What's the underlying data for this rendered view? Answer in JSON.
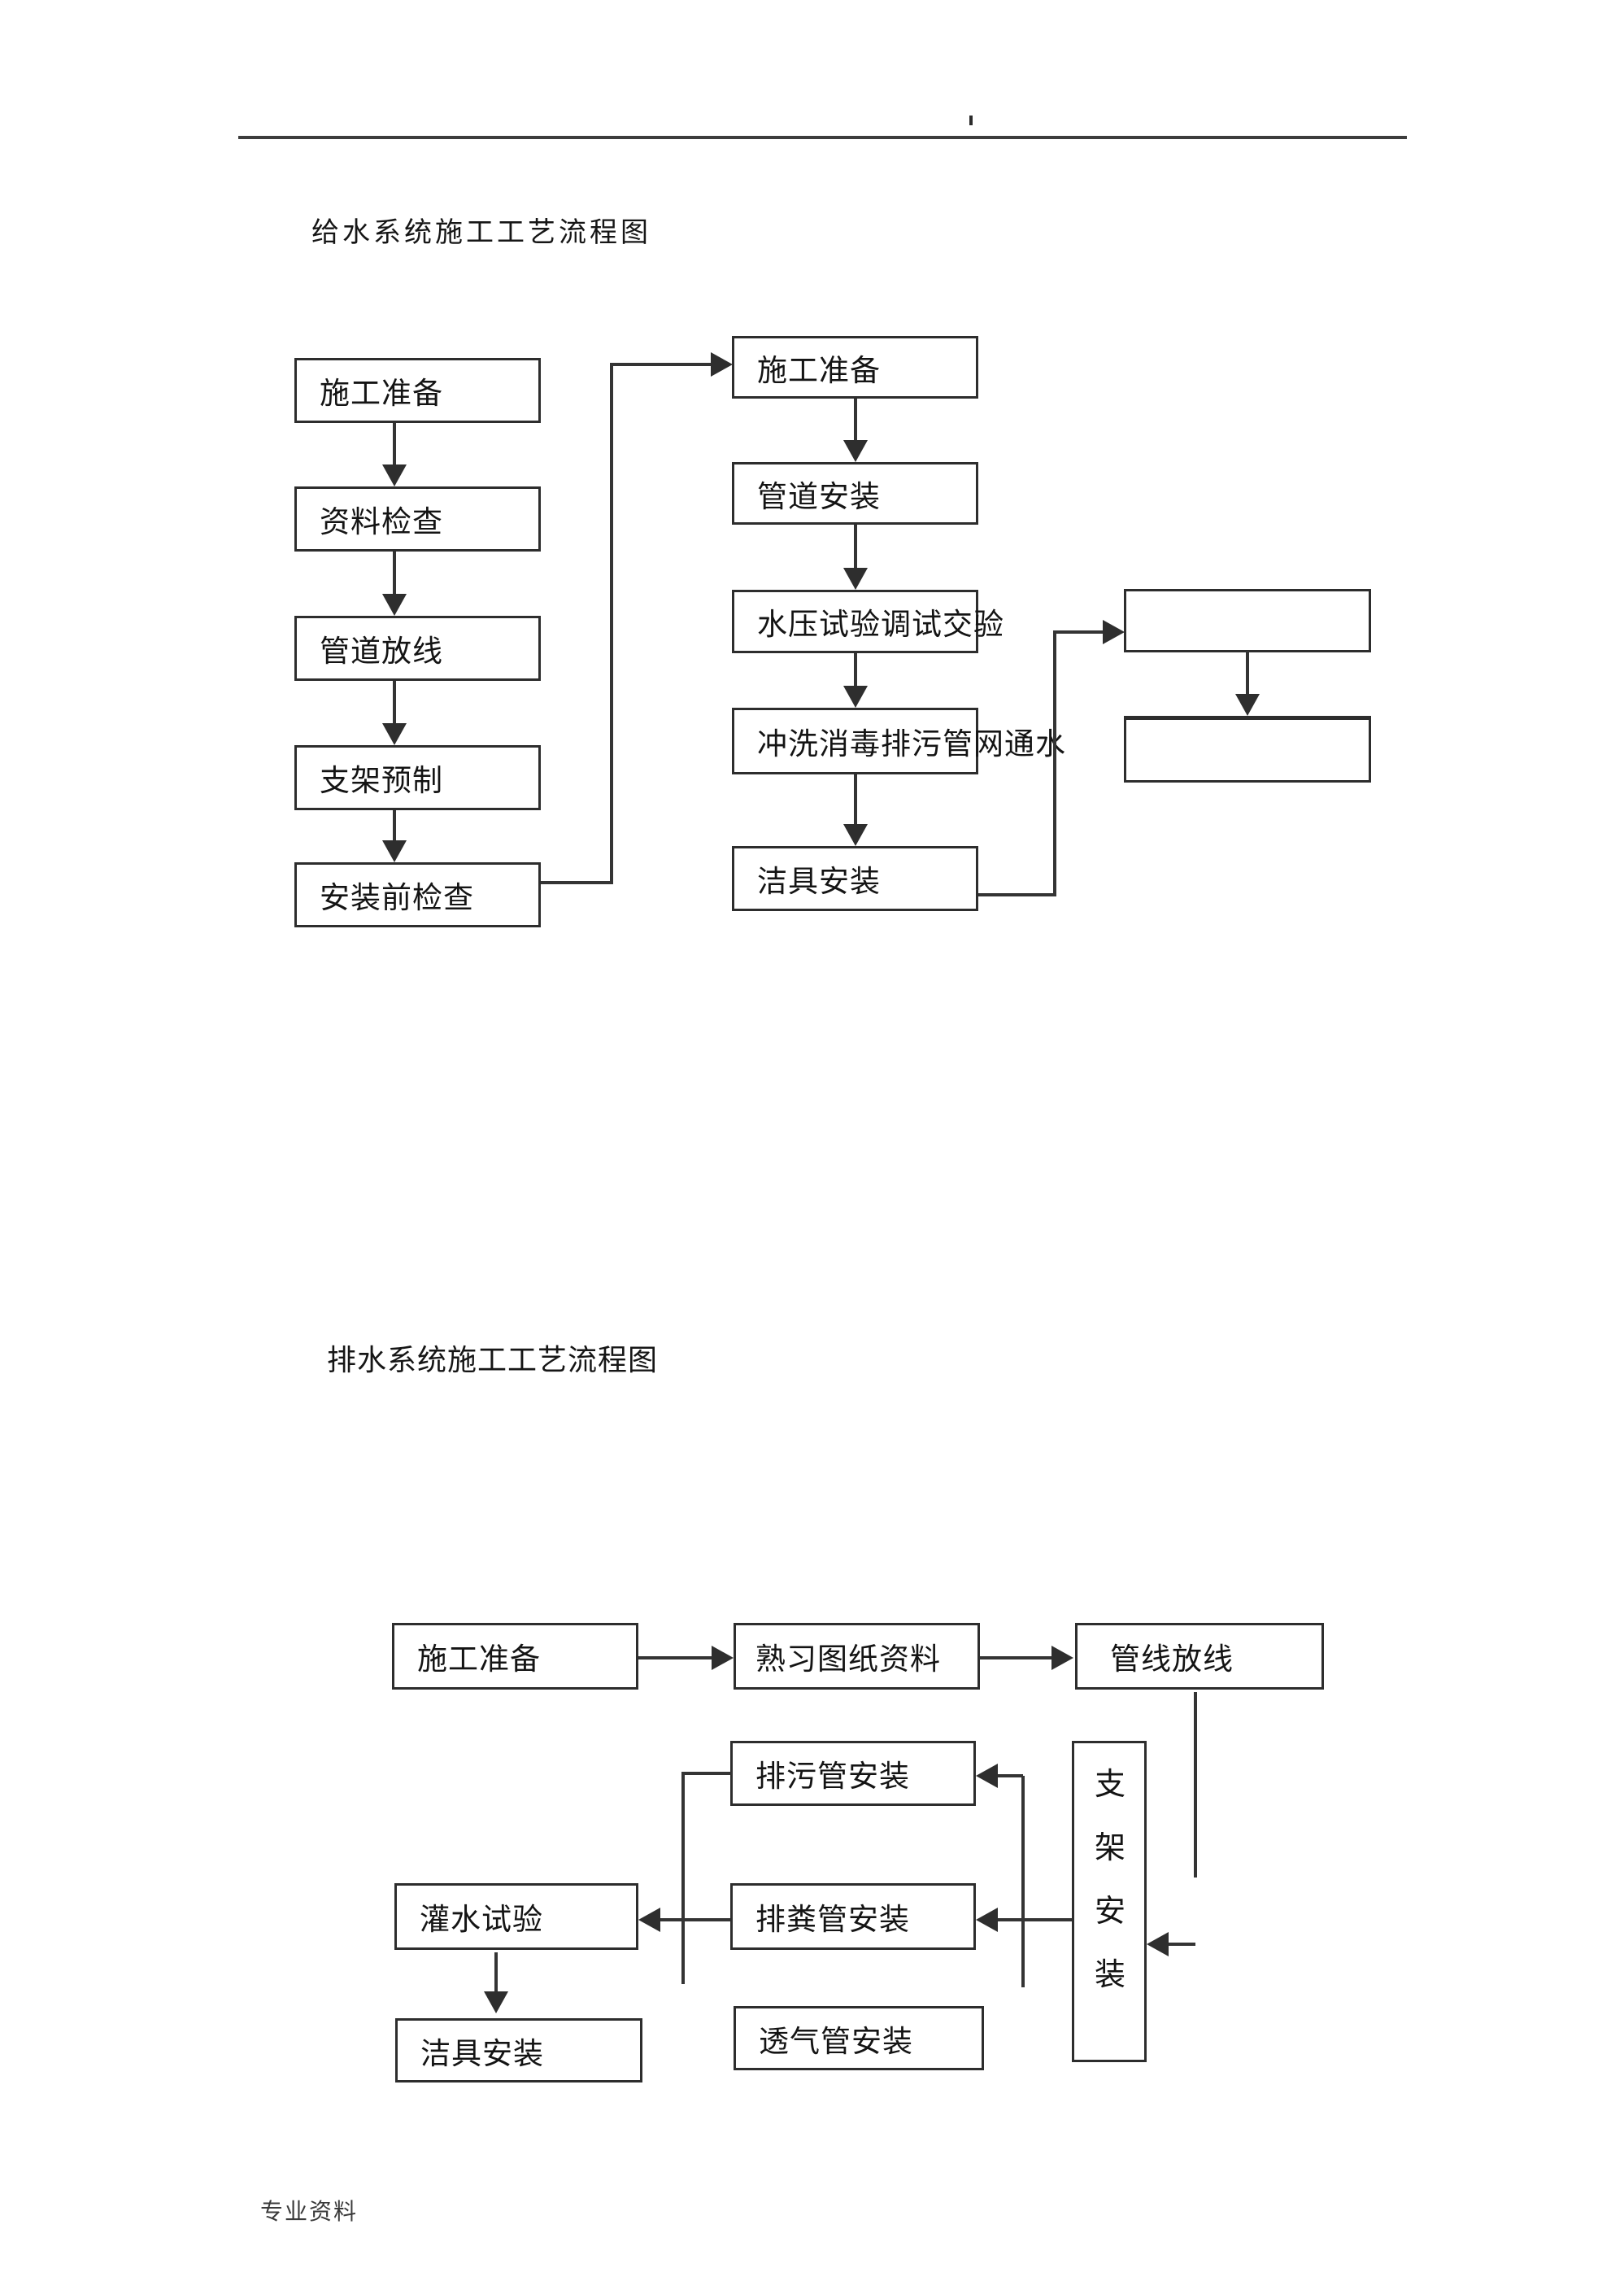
{
  "page": {
    "footer": "专业资料"
  },
  "charts": {
    "water_supply": {
      "title": "给水系统施工工艺流程图",
      "left": [
        "施工准备",
        "资料检查",
        "管道放线",
        "支架预制",
        "安装前检查"
      ],
      "middle": [
        "施工准备",
        "管道安装",
        "水压试验调试交验",
        "冲洗消毒排污管网通水",
        "洁具安装"
      ],
      "right": [
        "",
        ""
      ]
    },
    "drainage": {
      "title": "排水系统施工工艺流程图",
      "nodes": {
        "prep": "施工准备",
        "study_drawings": "熟习图纸资料",
        "pipeline_layout": "管线放线",
        "bracket_install": "支架安装",
        "sewage_pipe_install": "排污管安装",
        "waste_pipe_install": "排粪管安装",
        "vent_pipe_install": "透气管安装",
        "water_filling_test": "灌水试验",
        "sanitary_ware_install": "洁具安装"
      }
    }
  }
}
